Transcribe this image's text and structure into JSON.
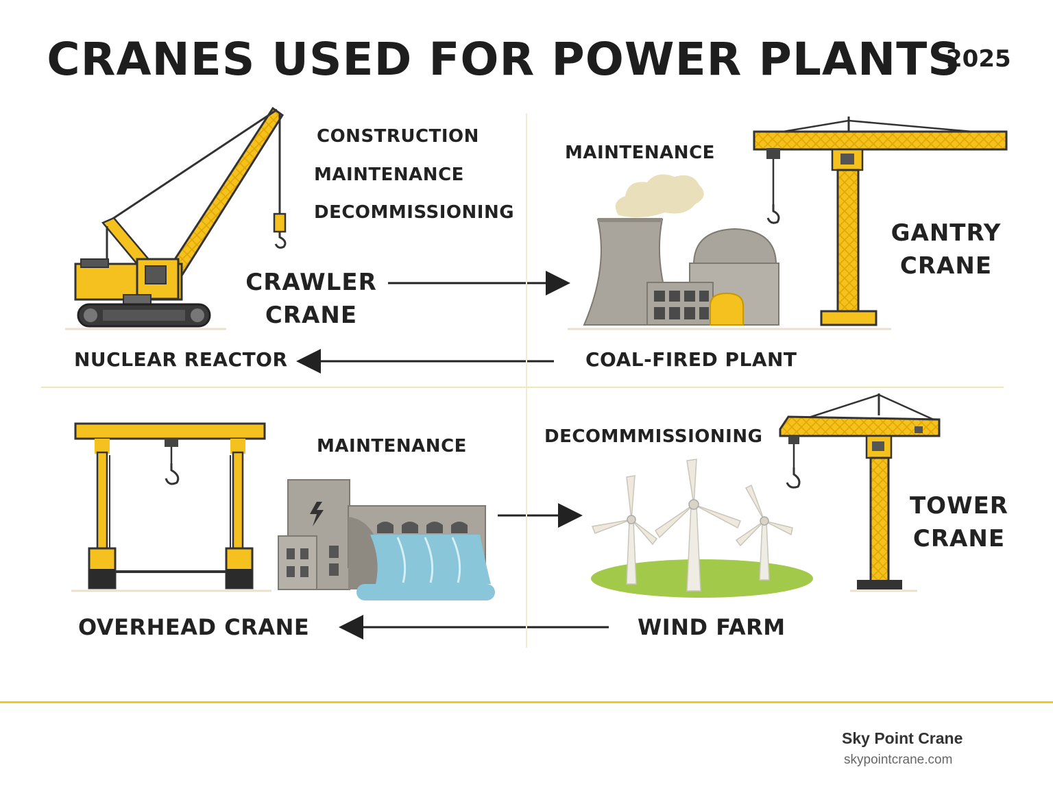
{
  "title": "CRANES USED FOR POWER PLANTS",
  "year": "2025",
  "top_left": {
    "uses": [
      "CONSTRUCTION",
      "MAINTENANCE",
      "DECOMMISSIONING"
    ],
    "crane_label": [
      "CRAWLER",
      "CRANE"
    ],
    "site_label": "NUCLEAR REACTOR"
  },
  "top_right": {
    "use": "MAINTENANCE",
    "crane_label": [
      "GANTRY",
      "CRANE"
    ],
    "site_label": "COAL-FIRED PLANT"
  },
  "bottom_left": {
    "use": "MAINTENANCE",
    "crane_label": "OVERHEAD CRANE"
  },
  "bottom_right": {
    "use": "DECOMMMISSIONING",
    "crane_label": [
      "TOWER",
      "CRANE"
    ],
    "site_label": "WIND FARM"
  },
  "footer": {
    "brand": "Sky Point Crane",
    "url": "skypointcrane.com"
  },
  "colors": {
    "crane_yellow": "#f5c11e",
    "accent_line": "#f2c81c",
    "building_gray": "#a9a59c",
    "water_blue": "#8ac6d9",
    "grass_green": "#a3c94a"
  }
}
